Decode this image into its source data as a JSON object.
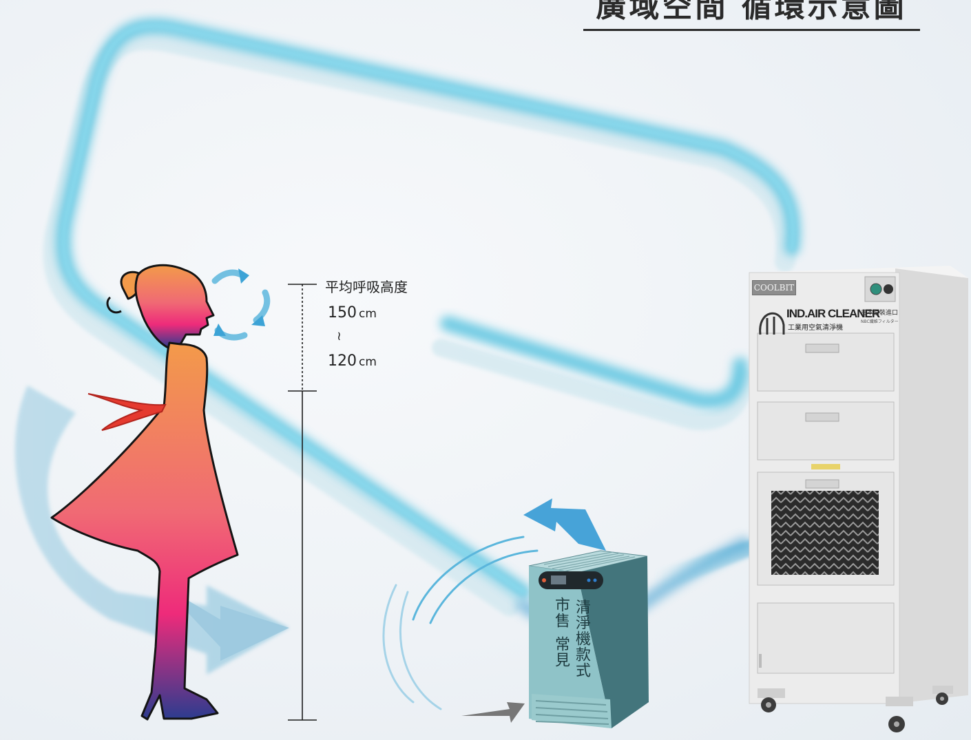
{
  "title": "廣域空間 循環示意圖",
  "breathing_height": {
    "label": "平均呼吸高度",
    "upper": "150",
    "lower": "120",
    "unit": "cm",
    "separator": "≀"
  },
  "common_purifier": {
    "col1": "清淨機款式",
    "col2": "市售",
    "col3": "常見"
  },
  "industrial_cleaner": {
    "top_logo": "COOLBIT",
    "brand": "IND.AIR CLEANER",
    "brand_sub": "工業用空氣清淨機",
    "origin_line1": "日本原裝進口",
    "origin_line2": "NBC纖維フィルター"
  },
  "colors": {
    "airflow": "#5cc4e0",
    "airflow_pale": "#cfe7ef",
    "figure_top": "#f39a4a",
    "figure_mid": "#ee2b7a",
    "figure_bottom": "#2c3c8f",
    "purifier": "#8fc3c8",
    "cleaner_body": "#ececec"
  }
}
